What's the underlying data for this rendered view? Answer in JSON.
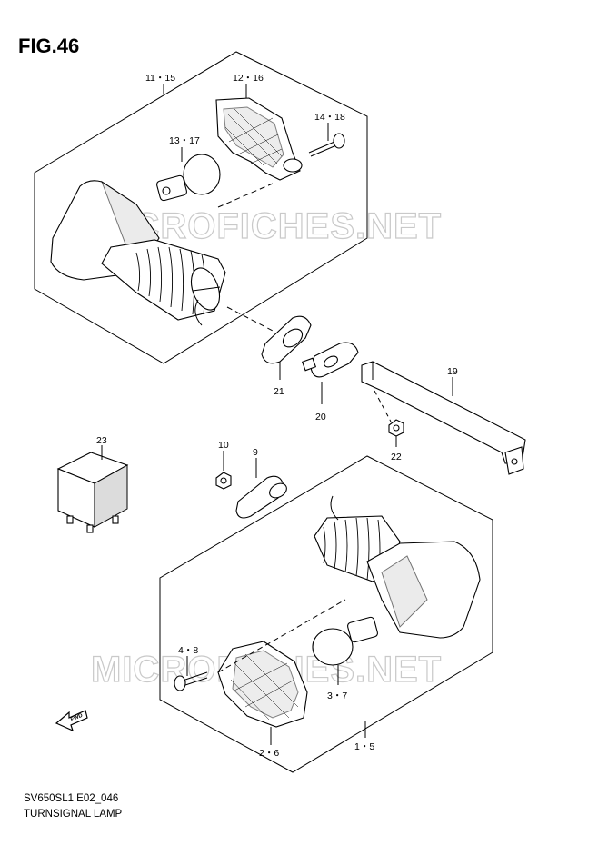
{
  "figure": {
    "title": "FIG.46"
  },
  "footer": {
    "code": "SV650SL1 E02_046",
    "name": "TURNSIGNAL LAMP"
  },
  "watermark": {
    "text": "MICROFICHES.NET"
  },
  "callouts": {
    "upper_lamp_assy": "11・15",
    "upper_lens": "12・16",
    "upper_screw": "14・18",
    "upper_bulb": "13・17",
    "cushion": "21",
    "grommet": "20",
    "bracket": "19",
    "nut": "22",
    "relay": "23",
    "nut_small": "10",
    "cushion_lower": "9",
    "lower_screw": "4・8",
    "lower_bulb": "3・7",
    "lower_lens": "2・6",
    "lower_lamp_assy": "1・5"
  },
  "fwd_mark": "FWD"
}
